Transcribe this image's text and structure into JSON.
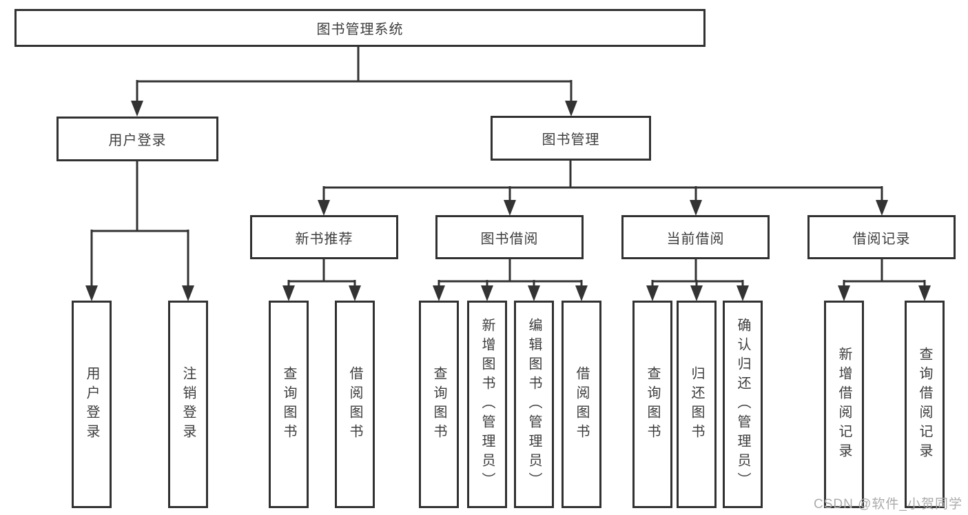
{
  "diagram": {
    "root": "图书管理系统",
    "user_branch": {
      "label": "用户登录",
      "children": [
        "用户登录",
        "注销登录"
      ]
    },
    "book_branch": {
      "label": "图书管理",
      "sections": [
        {
          "label": "新书推荐",
          "children": [
            "查询图书",
            "借阅图书"
          ]
        },
        {
          "label": "图书借阅",
          "children": [
            "查询图书",
            "新增图书（管理员）",
            "编辑图书（管理员）",
            "借阅图书"
          ]
        },
        {
          "label": "当前借阅",
          "children": [
            "查询图书",
            "归还图书",
            "确认归还（管理员）"
          ]
        },
        {
          "label": "借阅记录",
          "children": [
            "新增借阅记录",
            "查询借阅记录"
          ]
        }
      ]
    }
  },
  "watermark": {
    "text": "CSDN @软件_小贺同学"
  },
  "colors": {
    "line": "#333333",
    "box_border": "#313131",
    "text": "#3d3d3d",
    "watermark": "#ababab",
    "background": "#ffffff"
  }
}
